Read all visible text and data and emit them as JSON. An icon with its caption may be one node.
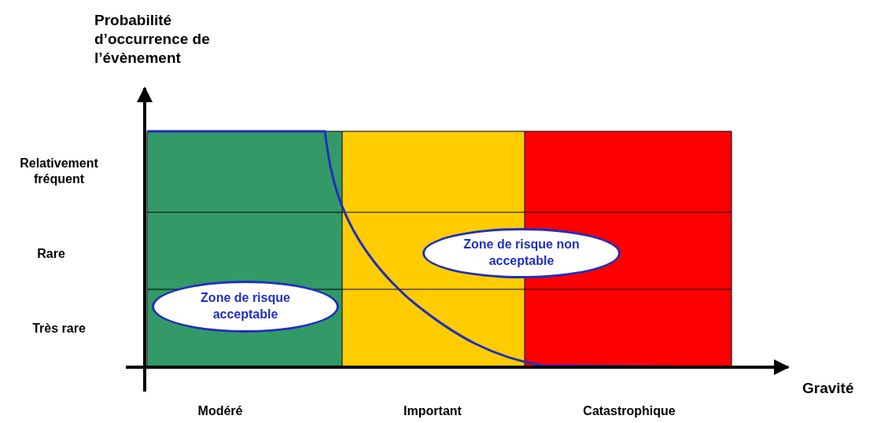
{
  "diagram": {
    "nodes": [
      {
        "text": [
          "Zone de risque non acceptable"
        ]
      },
      {
        "text": [
          "Zone de risque acceptable"
        ]
      }
    ],
    "edges": [],
    "labels": [
      "Probabilité d’occurrence de l’évènement",
      "Relativement fréquent",
      "Rare",
      "Très rare",
      "Gravité",
      "Modéré",
      "Important",
      "Catastrophique"
    ]
  }
}
